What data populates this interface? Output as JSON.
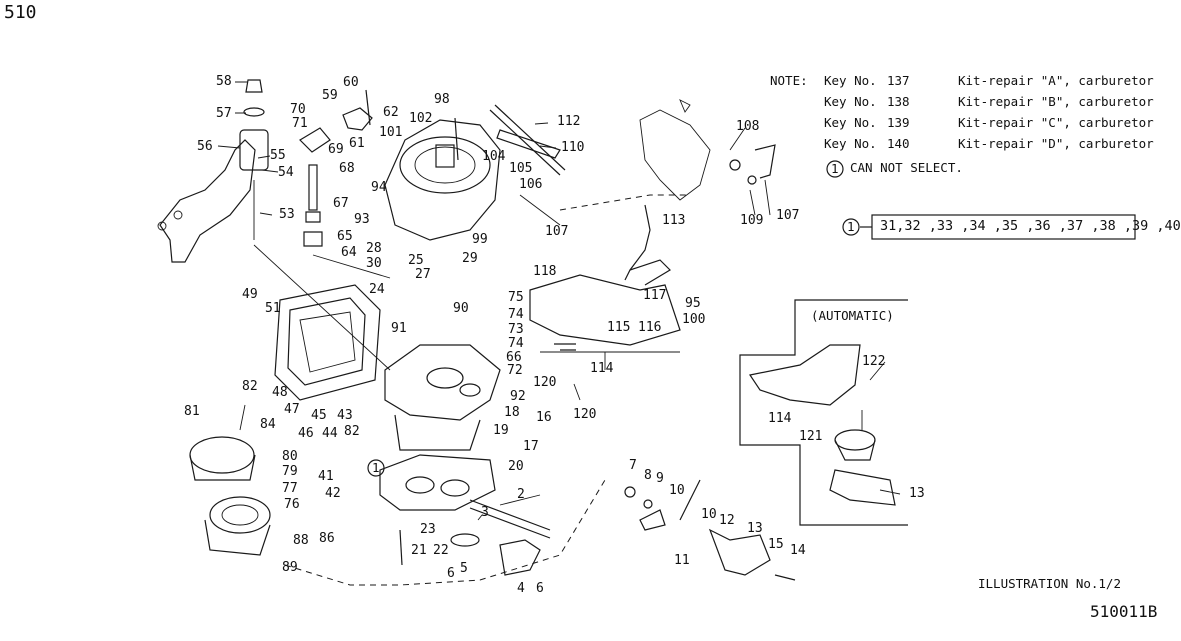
{
  "page_code": "510",
  "note": {
    "label": "NOTE:",
    "rows": [
      {
        "key": "Key No.",
        "num": "137",
        "desc": "Kit-repair \"A\", carburetor"
      },
      {
        "key": "Key No.",
        "num": "138",
        "desc": "Kit-repair \"B\", carburetor"
      },
      {
        "key": "Key No.",
        "num": "139",
        "desc": "Kit-repair \"C\", carburetor"
      },
      {
        "key": "Key No.",
        "num": "140",
        "desc": "Kit-repair \"D\", carburetor"
      }
    ],
    "cannot_select": "CAN NOT SELECT."
  },
  "circle_marker": "1",
  "select_group": "31,32 ,33 ,34 ,35 ,36 ,37 ,38 ,39 ,40",
  "automatic_label": "(AUTOMATIC)",
  "illustration_label": "ILLUSTRATION No.1/2",
  "figure_code": "510011B",
  "callouts": [
    "58",
    "57",
    "56",
    "55",
    "54",
    "53",
    "59",
    "60",
    "62",
    "61",
    "70",
    "71",
    "69",
    "68",
    "67",
    "65",
    "64",
    "102",
    "98",
    "101",
    "112",
    "110",
    "104",
    "105",
    "106",
    "94",
    "93",
    "99",
    "107",
    "108",
    "107b",
    "109",
    "28",
    "30",
    "25",
    "29",
    "27",
    "24",
    "113",
    "118",
    "117",
    "95",
    "100",
    "115",
    "116",
    "49",
    "51",
    "91",
    "90",
    "75",
    "74",
    "73",
    "74b",
    "66",
    "72",
    "92",
    "114",
    "120",
    "120b",
    "48",
    "47",
    "45",
    "46",
    "44",
    "43",
    "82",
    "82b",
    "81",
    "84",
    "80",
    "79",
    "77",
    "76",
    "41",
    "42",
    "18",
    "19",
    "16",
    "17",
    "20",
    "2",
    "3",
    "23",
    "21",
    "22",
    "5",
    "6",
    "4",
    "6b",
    "7",
    "8",
    "9",
    "10",
    "10b",
    "12",
    "13",
    "15",
    "14",
    "11",
    "86",
    "88",
    "89",
    "122",
    "114b",
    "121",
    "13b"
  ],
  "labels": {
    "58": "58",
    "57": "57",
    "56": "56",
    "55": "55",
    "54": "54",
    "53": "53",
    "59": "59",
    "60": "60",
    "62": "62",
    "61": "61",
    "70": "70",
    "71": "71",
    "69": "69",
    "68": "68",
    "67": "67",
    "65": "65",
    "64": "64",
    "102": "102",
    "98": "98",
    "101": "101",
    "112": "112",
    "110": "110",
    "104": "104",
    "105": "105",
    "106": "106",
    "94": "94",
    "93": "93",
    "99": "99",
    "107": "107",
    "108": "108",
    "107b": "107",
    "109": "109",
    "28": "28",
    "30": "30",
    "25": "25",
    "29": "29",
    "27": "27",
    "24": "24",
    "113": "113",
    "118": "118",
    "117": "117",
    "95": "95",
    "100": "100",
    "115": "115",
    "116": "116",
    "49": "49",
    "51": "51",
    "91": "91",
    "90": "90",
    "75": "75",
    "74": "74",
    "73": "73",
    "74b": "74",
    "66": "66",
    "72": "72",
    "92": "92",
    "114": "114",
    "120": "120",
    "120b": "120",
    "48": "48",
    "47": "47",
    "45": "45",
    "46": "46",
    "44": "44",
    "43": "43",
    "82": "82",
    "82b": "82",
    "81": "81",
    "84": "84",
    "80": "80",
    "79": "79",
    "77": "77",
    "76": "76",
    "41": "41",
    "42": "42",
    "18": "18",
    "19": "19",
    "16": "16",
    "17": "17",
    "20": "20",
    "2": "2",
    "3": "3",
    "23": "23",
    "21": "21",
    "22": "22",
    "5": "5",
    "6": "6",
    "4": "4",
    "6b": "6",
    "7": "7",
    "8": "8",
    "9": "9",
    "10": "10",
    "10b": "10",
    "12": "12",
    "13": "13",
    "15": "15",
    "14": "14",
    "11": "11",
    "86": "86",
    "88": "88",
    "89": "89",
    "122": "122",
    "114b": "114",
    "121": "121",
    "13b": "13"
  }
}
